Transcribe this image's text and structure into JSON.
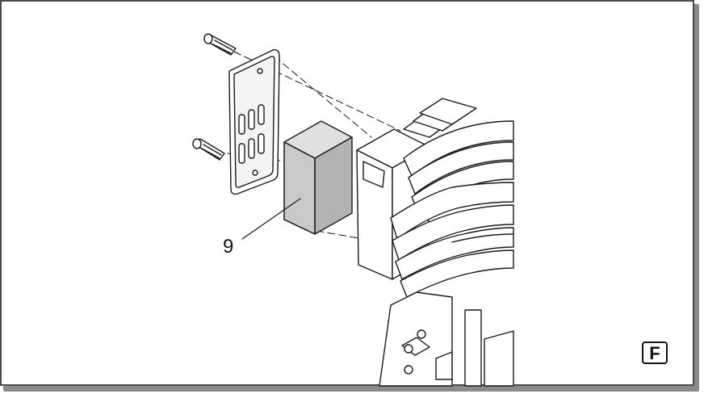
{
  "figure": {
    "callout_number": "9",
    "figure_letter": "F"
  },
  "colors": {
    "line": "#1a1a1a",
    "filter_gray_light": "#e0e0e0",
    "filter_gray_mid": "#c9c9c9",
    "filter_gray_dark": "#b3b3b3",
    "frame_border": "#4a4a4a"
  },
  "parts": [
    "screw-top",
    "screw-bottom",
    "filter-cover-plate",
    "filter-element",
    "compressor-head"
  ]
}
